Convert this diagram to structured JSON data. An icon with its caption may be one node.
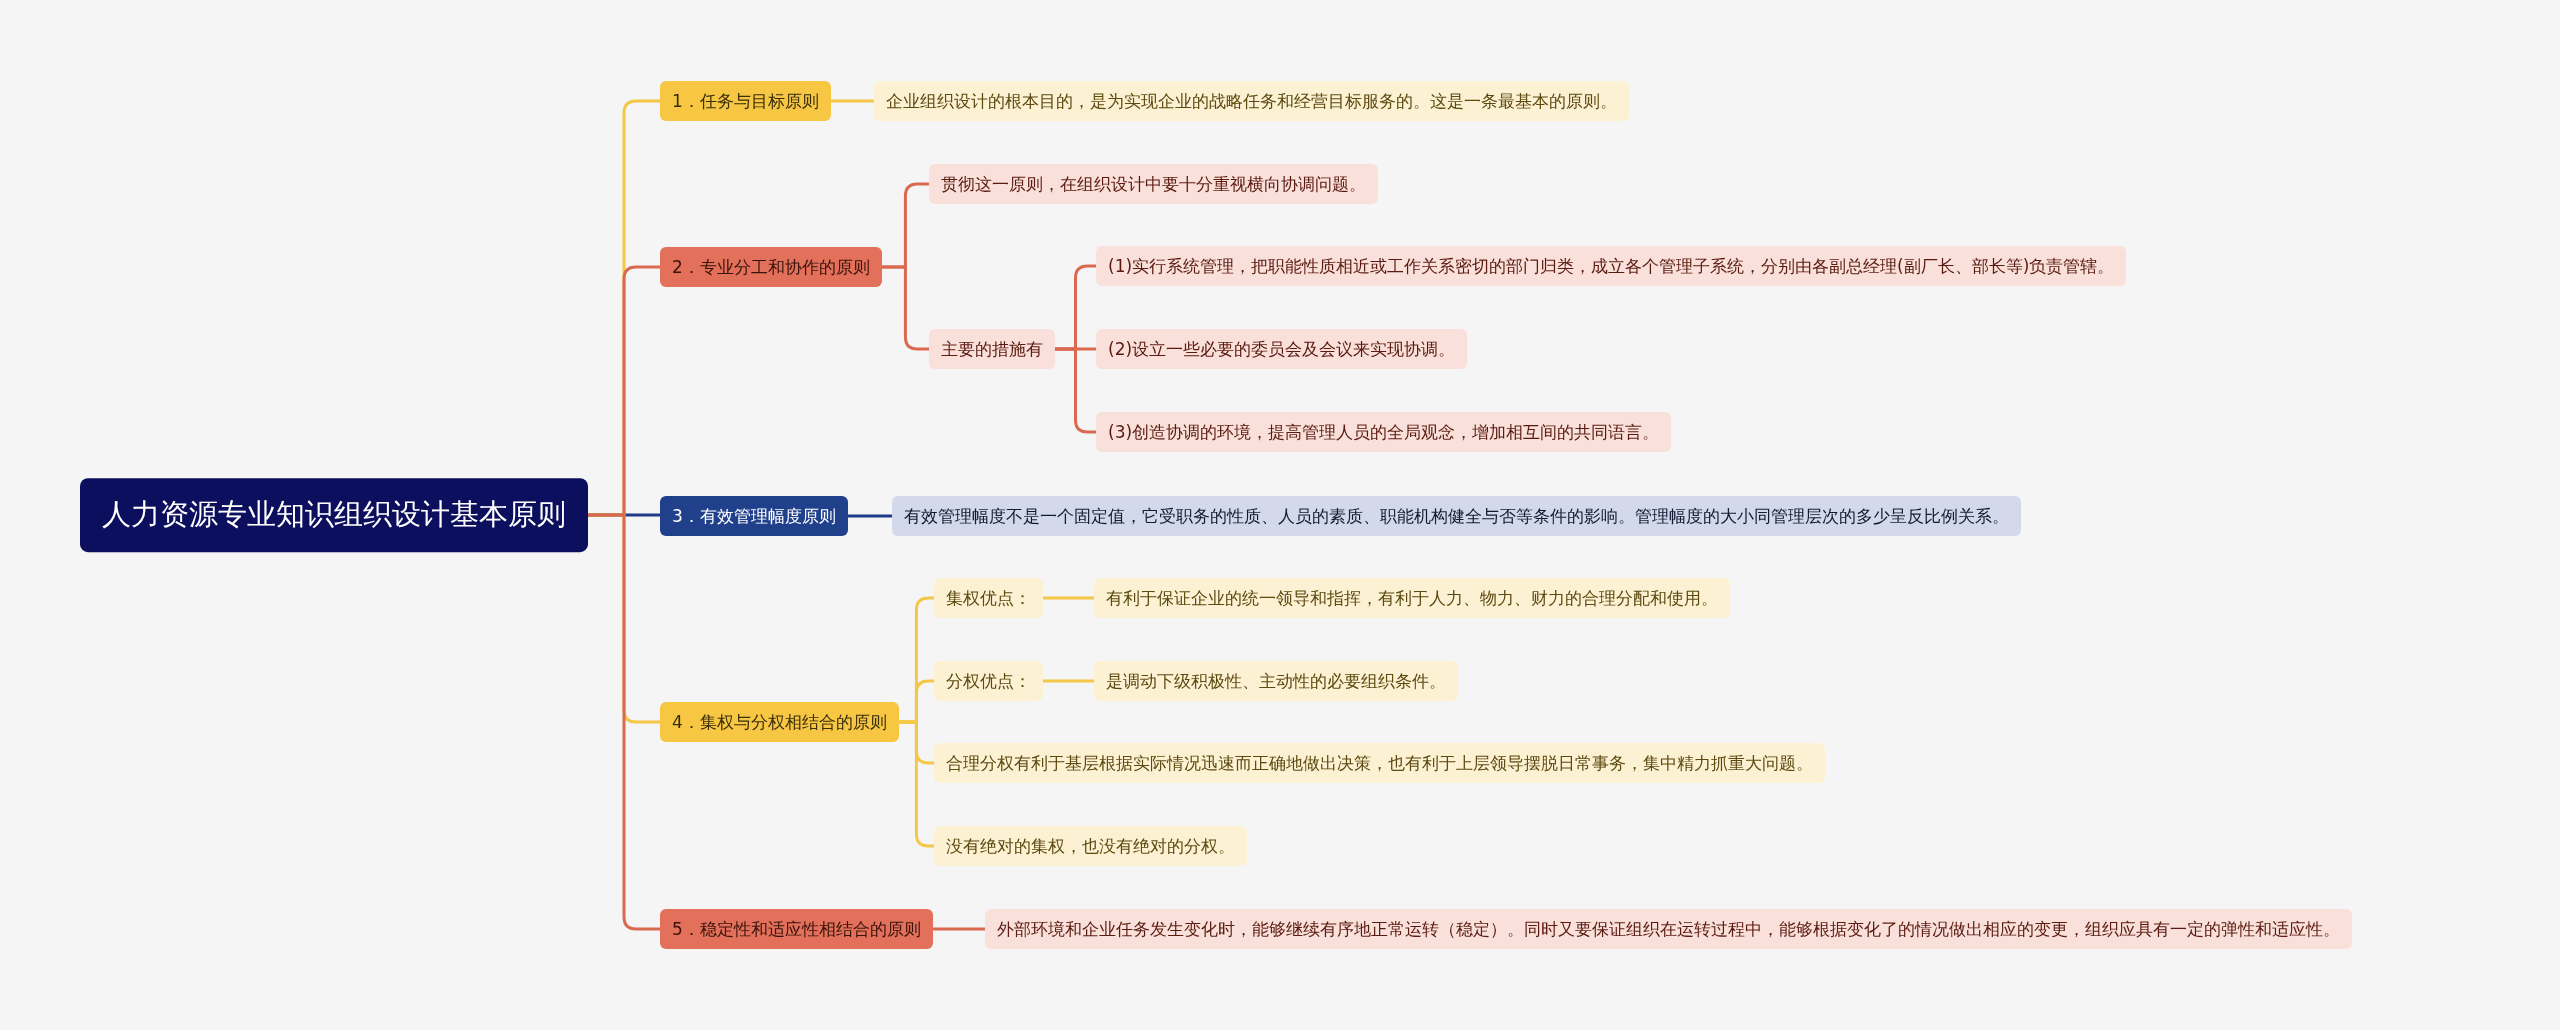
{
  "diagram": {
    "nodes": [
      {
        "text": [
          "人力资源专业知识组织设计基本原则"
        ]
      },
      {
        "text": [
          "1．任务与目标原则"
        ]
      },
      {
        "text": [
          "企业组织设计的根本目的，是为实现企业的战略任务和经营目标服务的。这是一条最基本的原则。"
        ]
      },
      {
        "text": [
          "2．专业分工和协作的原则"
        ]
      },
      {
        "text": [
          "贯彻这一原则，在组织设计中要十分重视横向协调问题。"
        ]
      },
      {
        "text": [
          "主要的措施有"
        ]
      },
      {
        "text": [
          "(1)实行系统管理，把职能性质相近或工作关系密切的部门归类，成立各个管理子系统，分别由各副总经理(副厂长、部长等)负责管辖。"
        ]
      },
      {
        "text": [
          "(2)设立一些必要的委员会及会议来实现协调。"
        ]
      },
      {
        "text": [
          "(3)创造协调的环境，提高管理人员的全局观念，增加相互间的共同语言。"
        ]
      },
      {
        "text": [
          "3．有效管理幅度原则"
        ]
      },
      {
        "text": [
          "有效管理幅度不是一个固定值，它受职务的性质、人员的素质、职能机构健全与否等条件的影响。管理幅度的大小同管理层次的多少呈反比例关系。"
        ]
      },
      {
        "text": [
          "4．集权与分权相结合的原则"
        ]
      },
      {
        "text": [
          "集权优点："
        ]
      },
      {
        "text": [
          "有利于保证企业的统一领导和指挥，有利于人力、物力、财力的合理分配和使用。"
        ]
      },
      {
        "text": [
          "分权优点："
        ]
      },
      {
        "text": [
          "是调动下级积极性、主动性的必要组织条件。"
        ]
      },
      {
        "text": [
          "合理分权有利于基层根据实际情况迅速而正确地做出决策，也有利于上层领导摆脱日常事务，集中精力抓重大问题。"
        ]
      },
      {
        "text": [
          "没有绝对的集权，也没有绝对的分权。"
        ]
      },
      {
        "text": [
          "5．稳定性和适应性相结合的原则"
        ]
      },
      {
        "text": [
          "外部环境和企业任务发生变化时，能够继续有序地正常运转（稳定）。同时又要保证组织在运转过程中，能够根据变化了的情况做出相应的变更，组织应具有一定的弹性和适应性。"
        ]
      }
    ],
    "edges": [
      {
        "from": 0,
        "to": 1,
        "arrow": "none"
      },
      {
        "from": 1,
        "to": 2,
        "arrow": "none"
      },
      {
        "from": 0,
        "to": 3,
        "arrow": "none",
        "color": "#d9694f"
      },
      {
        "from": 3,
        "to": 4,
        "arrow": "none",
        "color": "#d9694f"
      },
      {
        "from": 3,
        "to": 5,
        "arrow": "none",
        "color": "#d9694f"
      },
      {
        "from": 5,
        "to": 6,
        "arrow": "none",
        "color": "#d9694f"
      },
      {
        "from": 5,
        "to": 7,
        "arrow": "none",
        "color": "#d9694f"
      },
      {
        "from": 5,
        "to": 8,
        "arrow": "none",
        "color": "#d9694f"
      },
      {
        "from": 0,
        "to": 9,
        "arrow": "none",
        "color": "#1f3a86"
      },
      {
        "from": 9,
        "to": 10,
        "arrow": "none",
        "color": "#1f3a86"
      },
      {
        "from": 0,
        "to": 11,
        "arrow": "none"
      },
      {
        "from": 11,
        "to": 12,
        "arrow": "none"
      },
      {
        "from": 12,
        "to": 13,
        "arrow": "none"
      },
      {
        "from": 11,
        "to": 14,
        "arrow": "none"
      },
      {
        "from": 14,
        "to": 15,
        "arrow": "none"
      },
      {
        "from": 11,
        "to": 16,
        "arrow": "none"
      },
      {
        "from": 11,
        "to": 17,
        "arrow": "none"
      },
      {
        "from": 0,
        "to": 18,
        "arrow": "none",
        "color": "#d9694f"
      },
      {
        "from": 18,
        "to": 19,
        "arrow": "none",
        "color": "#d9694f"
      }
    ]
  }
}
